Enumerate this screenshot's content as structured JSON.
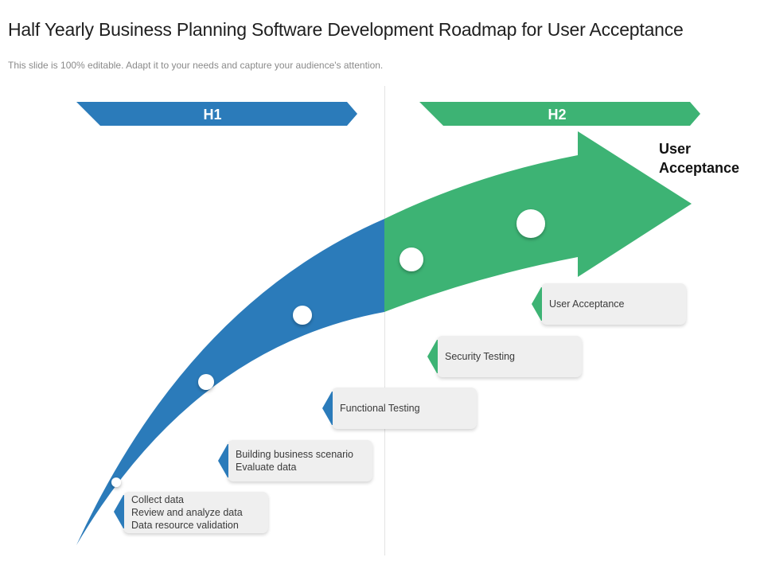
{
  "header": {
    "title": "Half Yearly Business Planning Software Development Roadmap for User Acceptance",
    "subtitle": "This slide is 100% editable. Adapt it to your needs and capture your audience's attention."
  },
  "phases": [
    {
      "label": "H1",
      "color": "#2b7bba"
    },
    {
      "label": "H2",
      "color": "#3db374"
    }
  ],
  "goal": {
    "label": "User Acceptance"
  },
  "steps": [
    {
      "lines": [
        "Collect data",
        "Review  and analyze data",
        "Data resource validation"
      ],
      "accent": "#2b7bba"
    },
    {
      "lines": [
        "Building business scenario",
        "Evaluate  data"
      ],
      "accent": "#2b7bba"
    },
    {
      "lines": [
        "Functional Testing"
      ],
      "accent": "#2b7bba"
    },
    {
      "lines": [
        "Security Testing"
      ],
      "accent": "#3db374"
    },
    {
      "lines": [
        "User Acceptance"
      ],
      "accent": "#3db374"
    }
  ],
  "colors": {
    "blue": "#2b7bba",
    "green": "#3db374",
    "card": "#efefef",
    "milestone": "#ffffff"
  }
}
